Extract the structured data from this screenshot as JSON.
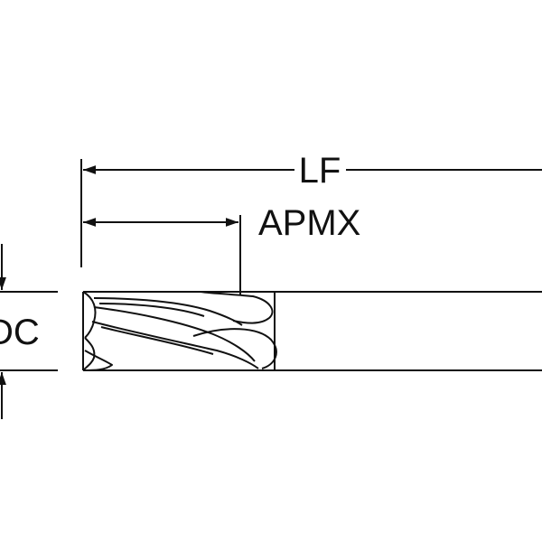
{
  "drawing": {
    "labels": {
      "overall_length": "LF",
      "cutting_length": "APMX",
      "cutting_diameter": "DC"
    },
    "colors": {
      "line": "#111111",
      "background": "#ffffff"
    }
  }
}
